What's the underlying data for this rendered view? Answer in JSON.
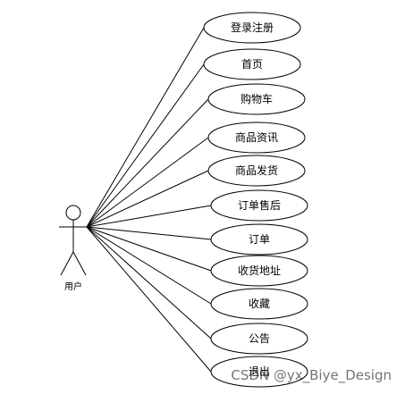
{
  "diagram": {
    "actor": "用户",
    "use_cases": [
      "登录注册",
      "首页",
      "购物车",
      "商品资讯",
      "商品发货",
      "订单售后",
      "订单",
      "收货地址",
      "收藏",
      "公告",
      "退出"
    ]
  },
  "watermark": "CSDN @yx_Biye_Design",
  "colors": {
    "stroke": "#000000",
    "background": "#ffffff"
  }
}
